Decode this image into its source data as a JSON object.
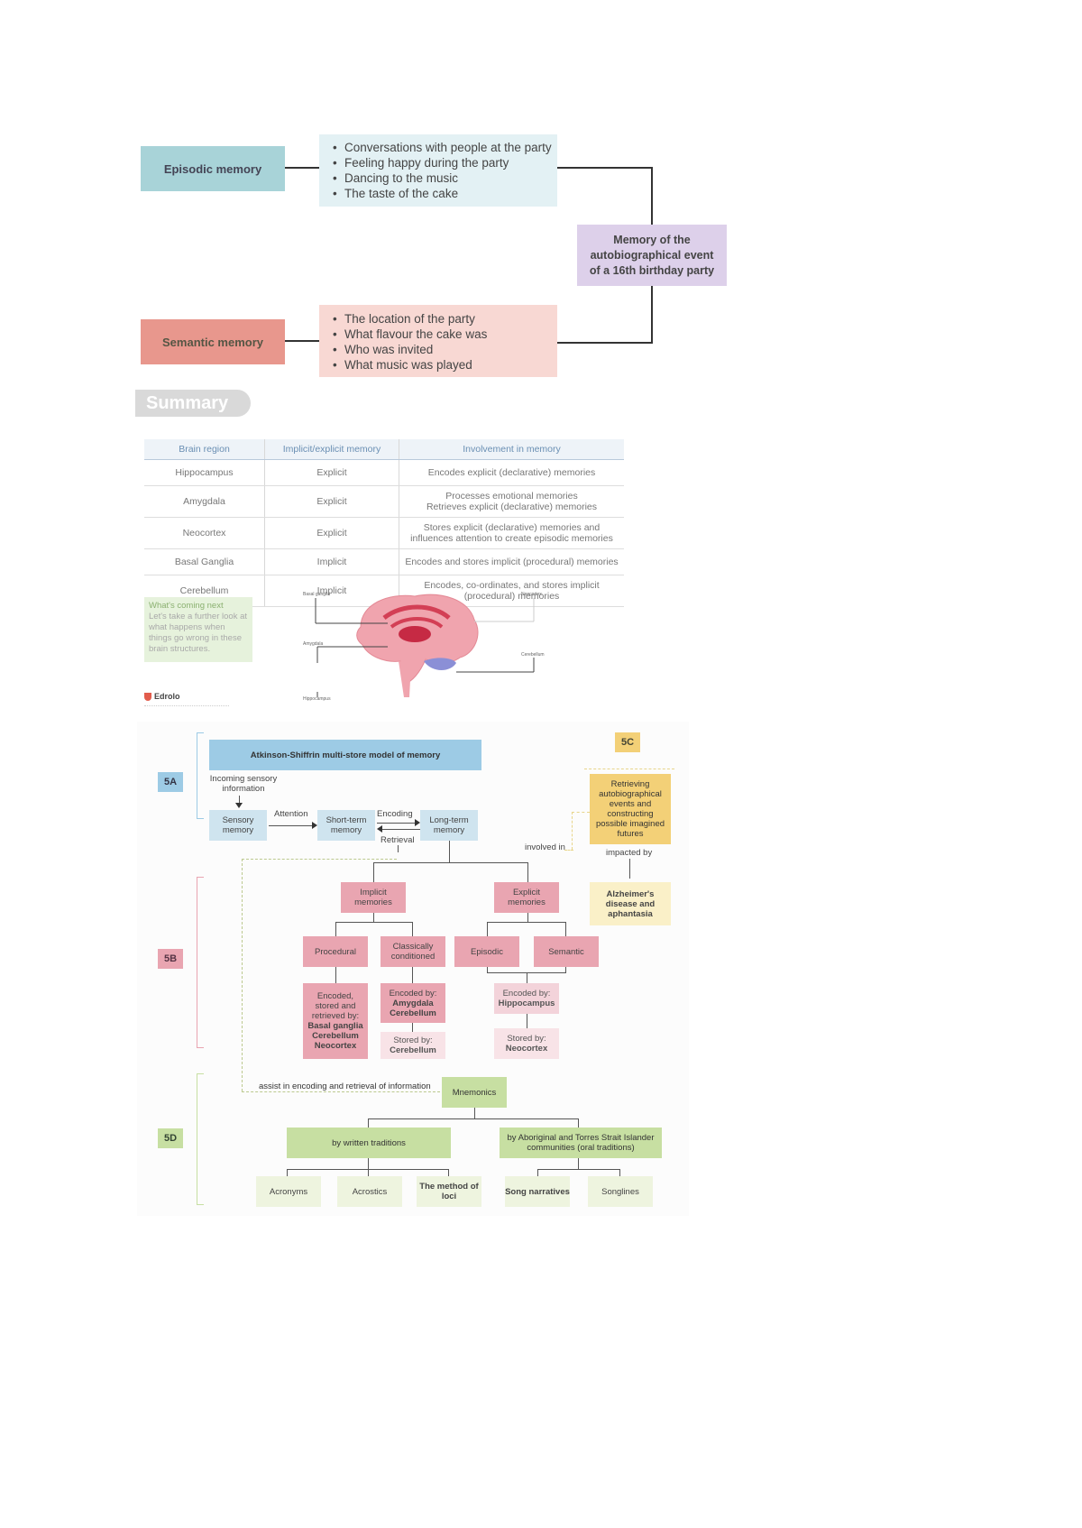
{
  "autobio": {
    "episodic_label": "Episodic memory",
    "episodic_items": [
      "Conversations with people at the party",
      "Feeling happy during the party",
      "Dancing to the music",
      "The taste of the cake"
    ],
    "semantic_label": "Semantic memory",
    "semantic_items": [
      "The location of the party",
      "What flavour the cake was",
      "Who was invited",
      "What music was played"
    ],
    "event_label": "Memory of the autobiographical event of a 16th birthday party",
    "colors": {
      "episodic": "#a8d3d8",
      "episodic_bg": "#e3f1f4",
      "semantic": "#e8978d",
      "semantic_bg": "#f8d8d3",
      "event": "#ddd0ea"
    }
  },
  "summary": {
    "badge": "Summary",
    "headers": [
      "Brain region",
      "Implicit/explicit memory",
      "Involvement in memory"
    ],
    "rows": [
      [
        "Hippocampus",
        "Explicit",
        "Encodes explicit (declarative) memories"
      ],
      [
        "Amygdala",
        "Explicit",
        "Processes emotional memories\nRetrieves explicit (declarative) memories"
      ],
      [
        "Neocortex",
        "Explicit",
        "Stores explicit (declarative) memories and\ninfluences attention to create episodic memories"
      ],
      [
        "Basal Ganglia",
        "Implicit",
        "Encodes and stores implicit (procedural) memories"
      ],
      [
        "Cerebellum",
        "Implicit",
        "Encodes, co-ordinates, and stores implicit\n(procedural) memories"
      ]
    ],
    "coming_next_title": "What's coming next",
    "coming_next_text": "Let's take a further look at what happens when things go wrong in these brain structures.",
    "brain_labels": [
      "Basal ganglia",
      "Neocortex",
      "Amygdala",
      "Cerebellum",
      "Hippocampus"
    ],
    "brand": "Edrolo"
  },
  "diagram": {
    "section_5a": "5A",
    "section_5b": "5B",
    "section_5c": "5C",
    "section_5d": "5D",
    "model_title": "Atkinson-Shiffrin multi-store model of memory",
    "incoming": "Incoming sensory information",
    "sensory": "Sensory memory",
    "short_term": "Short-term memory",
    "long_term": "Long-term memory",
    "attention": "Attention",
    "encoding": "Encoding",
    "retrieval": "Retrieval",
    "involved_in": "involved in",
    "retrieving": "Retrieving autobiographical events and constructing possible imagined futures",
    "impacted_by": "impacted by",
    "alzheimers": "Alzheimer's disease and aphantasia",
    "implicit": "Implicit memories",
    "explicit": "Explicit memories",
    "procedural": "Procedural",
    "classically": "Classically conditioned",
    "episodic": "Episodic",
    "semantic": "Semantic",
    "proc_detail_lines": [
      "Encoded,",
      "stored and",
      "retrieved by:"
    ],
    "proc_detail_bold": [
      "Basal ganglia",
      "Cerebellum",
      "Neocortex"
    ],
    "class_encoded_label": "Encoded by:",
    "class_encoded_bold": [
      "Amygdala",
      "Cerebellum"
    ],
    "class_stored_label": "Stored by:",
    "class_stored_bold": "Cerebellum",
    "epi_encoded_label": "Encoded by:",
    "epi_encoded_bold": "Hippocampus",
    "epi_stored_label": "Stored by:",
    "epi_stored_bold": "Neocortex",
    "assist": "assist in encoding and retrieval of information",
    "mnemonics": "Mnemonics",
    "written": "by written traditions",
    "oral": "by Aboriginal and Torres Strait Islander communities (oral traditions)",
    "acronyms": "Acronyms",
    "acrostics": "Acrostics",
    "method_loci": "The method of loci",
    "song_narratives": "Song narratives",
    "songlines": "Songlines"
  }
}
